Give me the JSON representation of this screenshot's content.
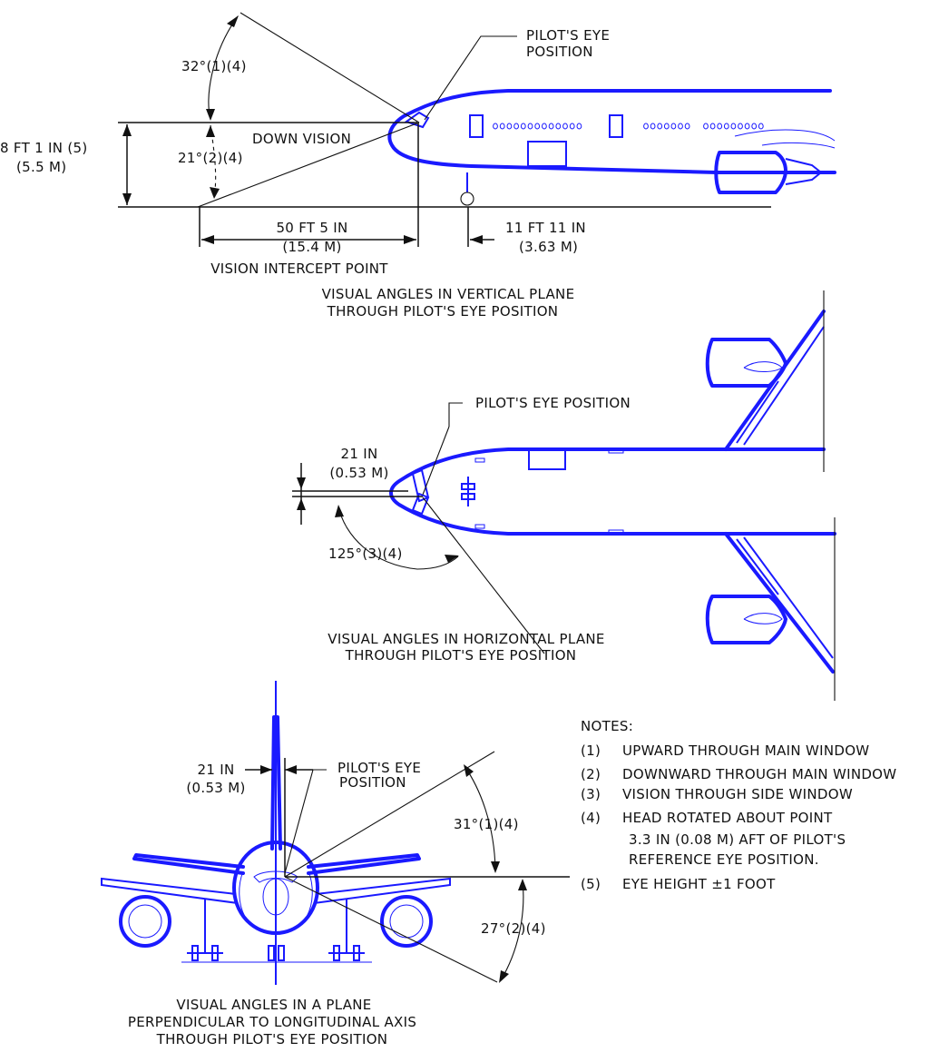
{
  "colors": {
    "aircraft": "#1a1aff",
    "annotation": "#111111",
    "background": "#ffffff"
  },
  "vertical_view": {
    "pilot_eye_label_1": "PILOT'S EYE",
    "pilot_eye_label_2": "POSITION",
    "upward_angle": "32°(1)(4)",
    "down_vision": "DOWN VISION",
    "downward_angle": "21°(2)(4)",
    "eye_height_ft": "8 FT 1 IN (5)",
    "eye_height_m": "(5.5 M)",
    "intercept_dist_ft": "50 FT 5 IN",
    "intercept_dist_m": "(15.4 M)",
    "intercept_label": "VISION INTERCEPT POINT",
    "gear_dist_ft": "11 FT 11 IN",
    "gear_dist_m": "(3.63 M)",
    "caption_1": "VISUAL ANGLES IN VERTICAL PLANE",
    "caption_2": "THROUGH PILOT'S EYE POSITION"
  },
  "horizontal_view": {
    "pilot_eye_label": "PILOT'S EYE POSITION",
    "offset_in": "21 IN",
    "offset_m": "(0.53 M)",
    "side_angle": "125°(3)(4)",
    "caption_1": "VISUAL ANGLES IN HORIZONTAL PLANE",
    "caption_2": "THROUGH PILOT'S EYE POSITION"
  },
  "front_view": {
    "offset_in": "21 IN",
    "offset_m": "(0.53 M)",
    "pilot_eye_label_1": "PILOT'S EYE",
    "pilot_eye_label_2": "POSITION",
    "upward_angle": "31°(1)(4)",
    "downward_angle": "27°(2)(4)",
    "caption_1": "VISUAL ANGLES IN A PLANE",
    "caption_2": "PERPENDICULAR TO LONGITUDINAL AXIS",
    "caption_3": "THROUGH PILOT'S EYE POSITION"
  },
  "notes": {
    "title": "NOTES:",
    "items": [
      {
        "num": "(1)",
        "text": "UPWARD THROUGH MAIN WINDOW"
      },
      {
        "num": "(2)",
        "text": "DOWNWARD THROUGH MAIN WINDOW"
      },
      {
        "num": "(3)",
        "text": "VISION THROUGH SIDE WINDOW"
      },
      {
        "num": "(4)",
        "text": "HEAD ROTATED ABOUT POINT"
      },
      {
        "num": "(5)",
        "text": "EYE HEIGHT ±1 FOOT"
      }
    ],
    "item4_line2": "3.3 IN (0.08 M) AFT OF PILOT'S",
    "item4_line3": "REFERENCE EYE POSITION."
  }
}
